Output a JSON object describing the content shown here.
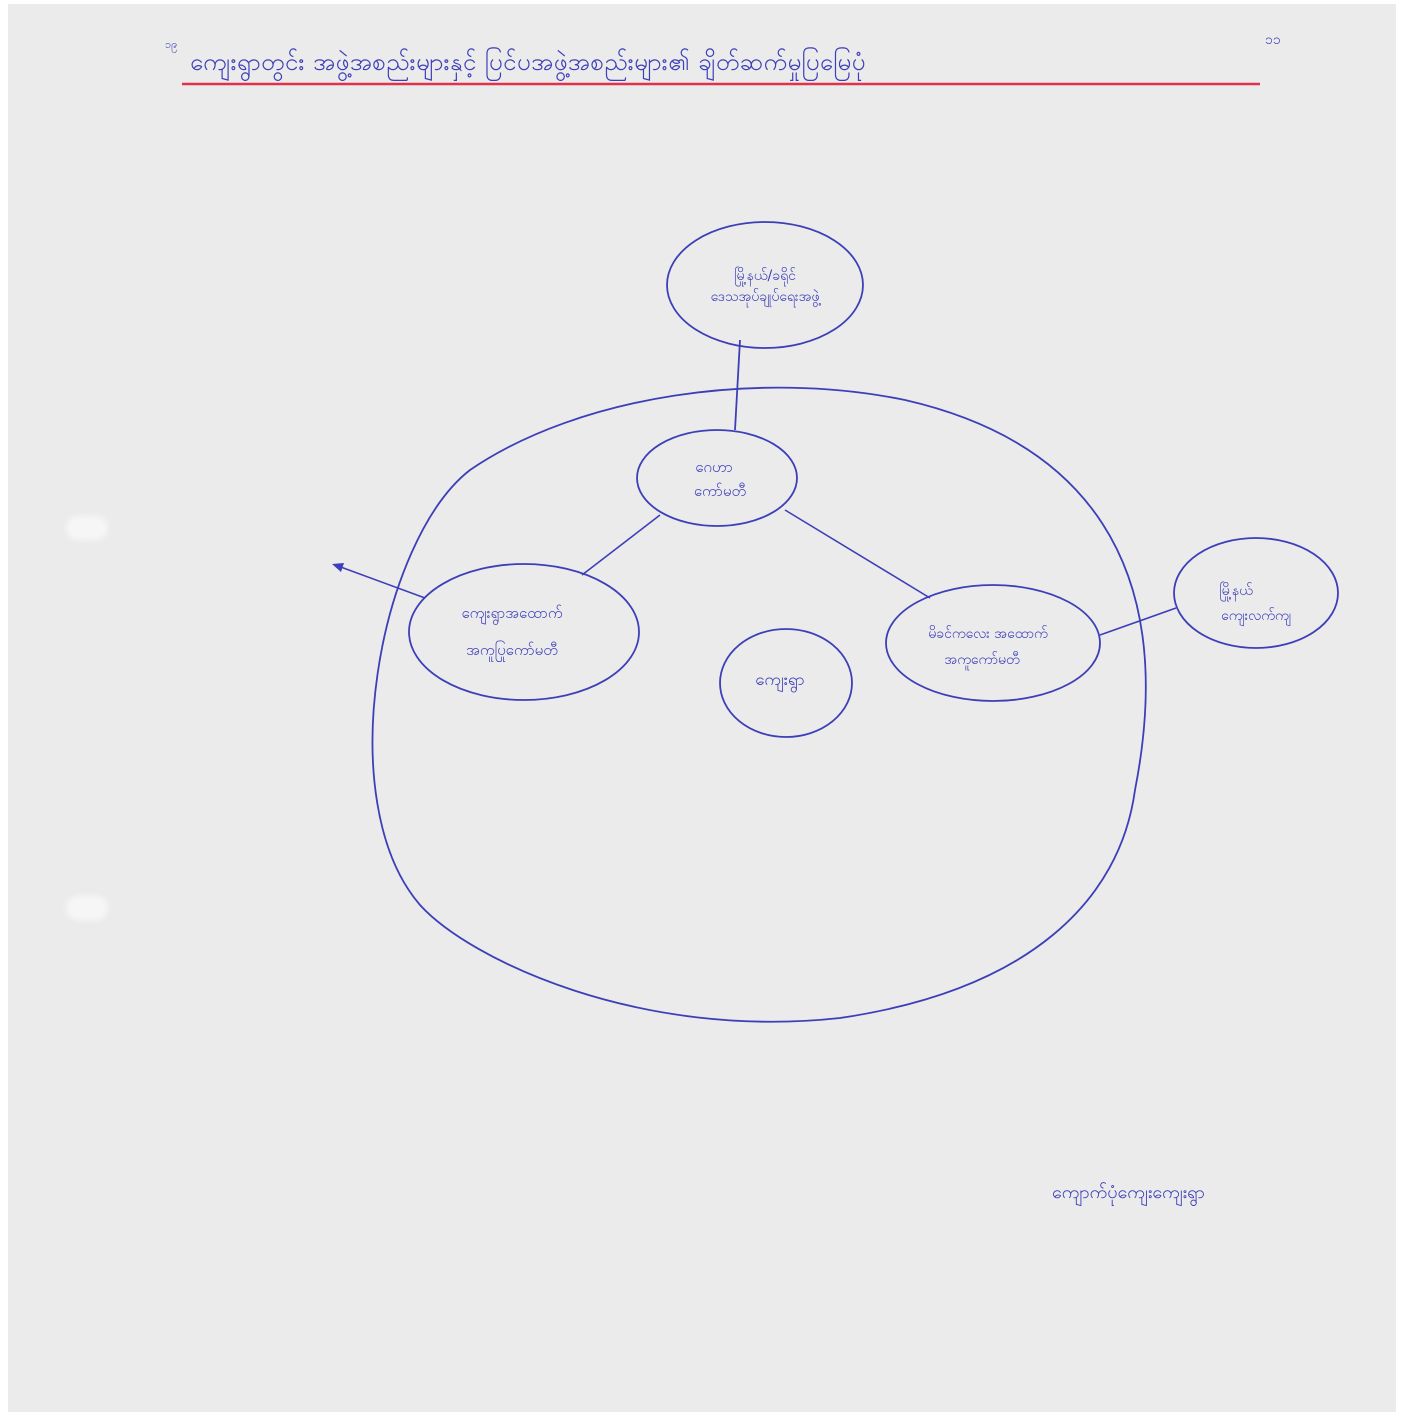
{
  "page": {
    "page_number_left": "၁၉",
    "page_number_right": "၁၁",
    "title": "ကျေးရွာတွင်း အဖွဲ့အစည်းများနှင့် ပြင်ပအဖွဲ့အစည်းများ၏ ချိတ်ဆက်မှုပြမြေပုံ",
    "footer": "ကျောက်ပုံကျေးကျေးရွာ"
  },
  "diagram": {
    "center": [
      "ကျေးရွာ"
    ],
    "nodes": {
      "top_external": [
        "မြို့နယ်/ခရိုင်",
        "ဒေသအုပ်ချုပ်ရေးအဖွဲ့"
      ],
      "top_inner": [
        "ဂေဟာ",
        "ကော်မတီ"
      ],
      "left_inner": [
        "ကျေးရွာအထောက်",
        "အကူပြုကော်မတီ"
      ],
      "right_inner": [
        "မိခင်ကလေး အထောက်",
        "အကူကော်မတီ"
      ],
      "right_external": [
        "မြို့နယ်",
        "ကျေးလက်ကျ"
      ]
    },
    "colors": {
      "ink": "#3d3fb8",
      "accent_rule": "#e0324a",
      "paper": "#ebebeb"
    }
  }
}
